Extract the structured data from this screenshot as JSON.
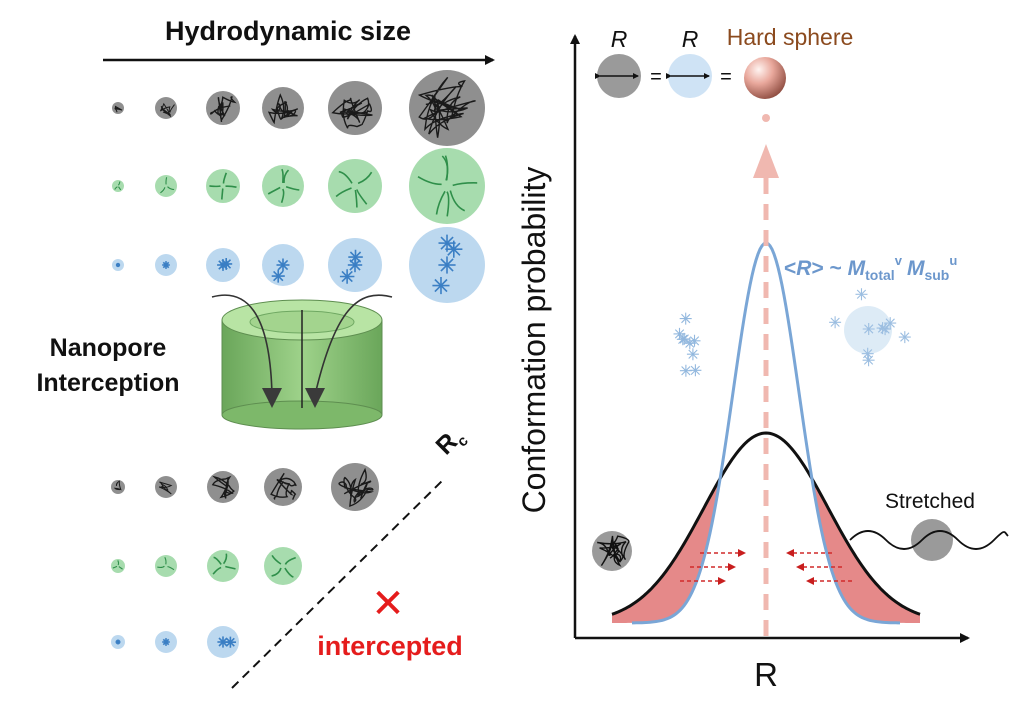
{
  "header": {
    "hydro_label": "Hydrodynamic size"
  },
  "pore": {
    "label_line1": "Nanopore",
    "label_line2": "Interception"
  },
  "cutoff": {
    "label": "R",
    "sub": "c"
  },
  "intercept": {
    "label": "intercepted",
    "mark": "✕"
  },
  "legend": {
    "r1": "R",
    "r2": "R",
    "eq": "=",
    "hard": "Hard sphere"
  },
  "plot": {
    "ylabel": "Conformation probability",
    "xlabel": "R",
    "formula": {
      "open": "<",
      "var": "R",
      "close": "> ~ ",
      "m1": "M",
      "s1": "total",
      "p1": "v",
      "m2": "M",
      "s2": "sub",
      "p2": "u"
    },
    "stretched": "Stretched"
  },
  "colors": {
    "linear": "#8f8f8f",
    "linear_line": "#1a1a1a",
    "branched": "#a7dcae",
    "branched_line": "#2f8f4a",
    "star": "#bcd8ef",
    "star_line": "#3b7fc4",
    "blue_curve": "#7aa6d6",
    "red_fill": "#e07474",
    "arrow_red": "#d12a2a",
    "pink_dash": "#f0b8b0",
    "pore": "#8fcb7a",
    "hard_text": "#8b4a1e",
    "formula": "#6c97cc",
    "intercept": "#e51c1c"
  },
  "icons": [
    "linear-coil-icon",
    "branched-polymer-icon",
    "star-polymer-icon",
    "hard-sphere-icon",
    "nanopore-cylinder-icon",
    "cross-icon"
  ]
}
